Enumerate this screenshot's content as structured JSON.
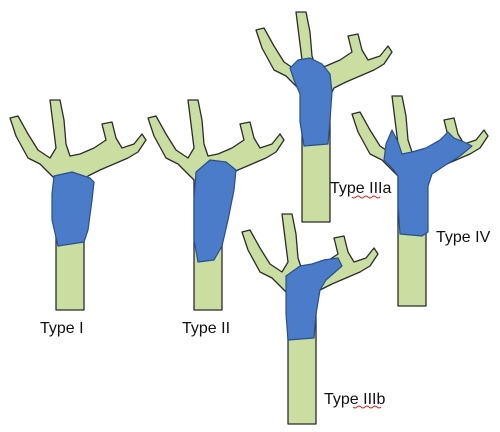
{
  "labels": {
    "type_i": "Type I",
    "type_ii": "Type II",
    "type_iiia": "Type IIIa",
    "type_iiib": "Type IIIb",
    "type_iv": "Type IV"
  },
  "colors": {
    "duct": "#c9dea0",
    "stroke": "#2b2b2b",
    "tumor": "#4a7cc9"
  }
}
